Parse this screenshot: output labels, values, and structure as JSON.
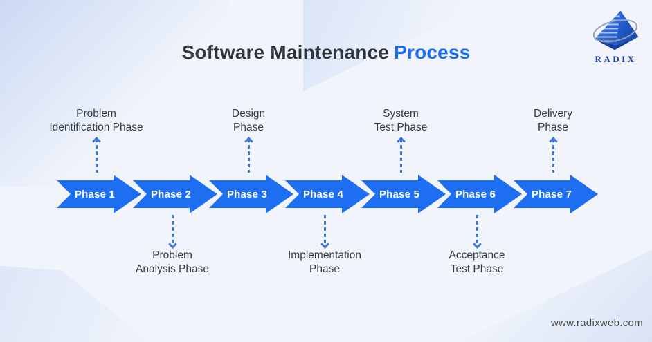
{
  "title": {
    "main": "Software Maintenance",
    "accent": "Process"
  },
  "logo": {
    "brand": "RADIX"
  },
  "footer": {
    "url": "www.radixweb.com"
  },
  "colors": {
    "arrow": "#1e6ef2",
    "dash": "#3c78d8",
    "title_dark": "#32353c",
    "title_accent": "#1b6af5",
    "label_text": "#333a47",
    "footer_text": "#4c4c4c",
    "background": "#f1f5fb",
    "logo_navy": "#1d3f9e"
  },
  "phases": [
    {
      "label": "Phase 1",
      "side": "top",
      "annotation_lines": [
        "Problem",
        "Identification Phase"
      ]
    },
    {
      "label": "Phase 2",
      "side": "bottom",
      "annotation_lines": [
        "Problem",
        "Analysis Phase"
      ]
    },
    {
      "label": "Phase 3",
      "side": "top",
      "annotation_lines": [
        "Design",
        "Phase"
      ]
    },
    {
      "label": "Phase 4",
      "side": "bottom",
      "annotation_lines": [
        "Implementation",
        "Phase"
      ]
    },
    {
      "label": "Phase 5",
      "side": "top",
      "annotation_lines": [
        "System",
        "Test Phase"
      ]
    },
    {
      "label": "Phase 6",
      "side": "bottom",
      "annotation_lines": [
        "Acceptance",
        "Test Phase"
      ]
    },
    {
      "label": "Phase 7",
      "side": "top",
      "annotation_lines": [
        "Delivery",
        "Phase"
      ]
    }
  ]
}
